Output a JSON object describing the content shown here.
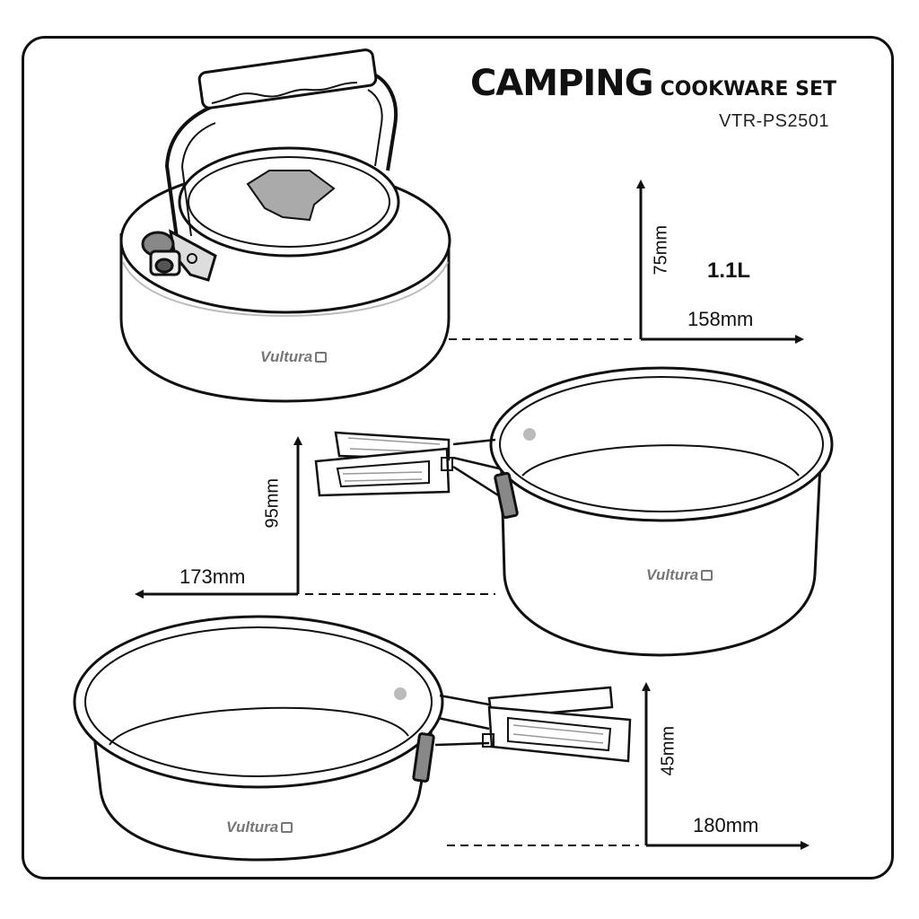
{
  "title": {
    "main": "CAMPING",
    "sub": "COOKWARE SET"
  },
  "model": "VTR-PS2501",
  "brand": "Vultura",
  "kettle": {
    "capacity": "1.1L",
    "height": "75mm",
    "diameter": "158mm"
  },
  "pot": {
    "height": "95mm",
    "diameter": "173mm"
  },
  "pan": {
    "height": "45mm",
    "diameter": "180mm"
  }
}
